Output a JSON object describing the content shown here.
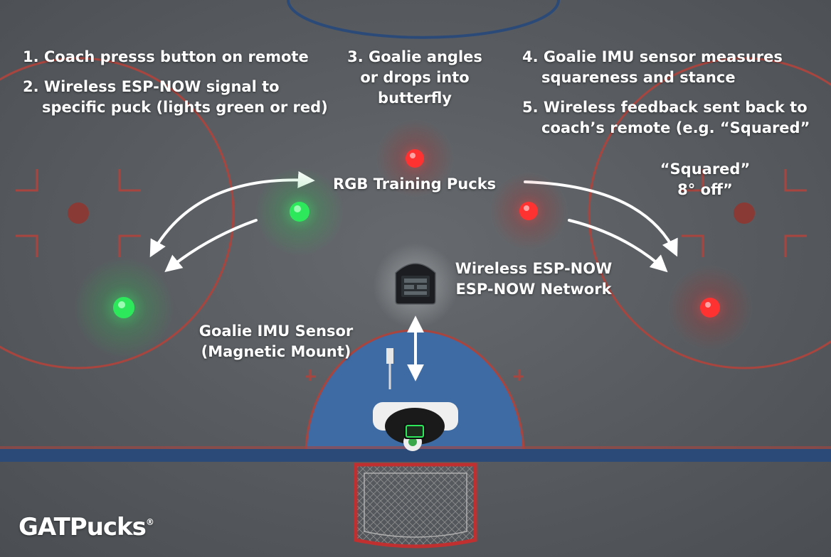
{
  "steps": {
    "s1": "1. Coach presss button on remote",
    "s2_line1": "2. Wireless ESP-NOW signal to",
    "s2_line2": "specific puck (lights green or red)",
    "s3_line1": "3. Goalie angles",
    "s3_line2": "or drops into",
    "s3_line3": "butterfly",
    "s4_line1": "4. Goalie IMU sensor measures",
    "s4_line2": "squareness and stance",
    "s5_line1": "5. Wireless feedback sent back to",
    "s5_line2": "coach’s remote (e.g. “Squared”"
  },
  "feedback_display": {
    "line1": "“Squared”",
    "line2": "8° off”"
  },
  "labels": {
    "pucks": "RGB Training Pucks",
    "network_line1": "Wireless ESP-NOW",
    "network_line2": "ESP-NOW Network",
    "sensor_line1": "Goalie IMU Sensor",
    "sensor_line2": "(Magnetic Mount)"
  },
  "brand": {
    "name": "GATPucks",
    "mark": "®"
  },
  "pucks": [
    {
      "id": "left-near",
      "color": "green"
    },
    {
      "id": "left-far",
      "color": "green"
    },
    {
      "id": "center-top",
      "color": "red"
    },
    {
      "id": "right-mid",
      "color": "red"
    },
    {
      "id": "right-far",
      "color": "red"
    }
  ],
  "colors": {
    "puck_green": "#2ee85c",
    "puck_red": "#ff3232",
    "rink_red": "#a8453f",
    "rink_blue": "#2c4a78",
    "crease": "#3e6ba3",
    "ice": "#5b5f63"
  }
}
